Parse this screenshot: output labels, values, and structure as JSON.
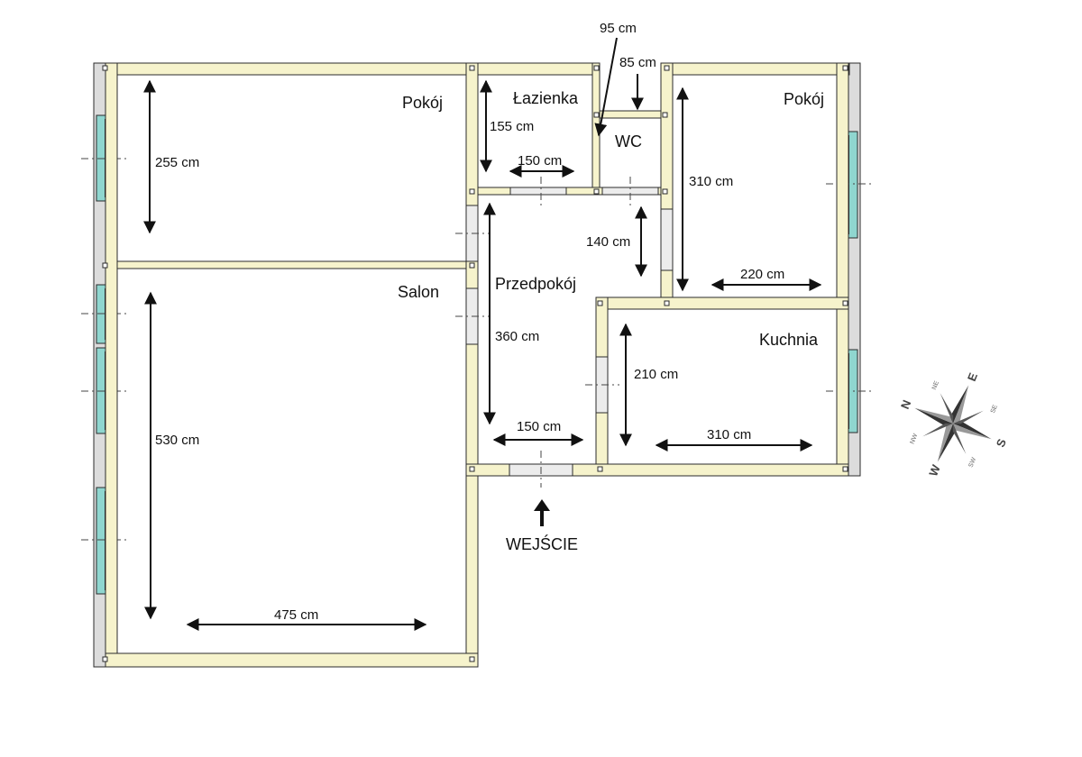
{
  "rooms": {
    "pokoj_left": "Pokój",
    "lazienka": "Łazienka",
    "wc": "WC",
    "pokoj_right": "Pokój",
    "salon": "Salon",
    "przedpokoj": "Przedpokój",
    "kuchnia": "Kuchnia"
  },
  "dimensions": {
    "pokoj_left_height": "255 cm",
    "lazienka_height": "155 cm",
    "lazienka_width": "150 cm",
    "wc_callout_a": "95 cm",
    "wc_callout_b": "85 cm",
    "przedpokoj_upper": "140 cm",
    "pokoj_right_height": "310 cm",
    "pokoj_right_width": "220 cm",
    "przedpokoj_height": "360 cm",
    "przedpokoj_width": "150 cm",
    "kuchnia_height": "210 cm",
    "kuchnia_width": "310 cm",
    "salon_height": "530 cm",
    "salon_width": "475 cm"
  },
  "entrance": {
    "label": "WEJŚCIE"
  },
  "compass": {
    "n": "N",
    "s": "S",
    "e": "E",
    "w": "W",
    "ne": "NE",
    "nw": "NW",
    "se": "SE",
    "sw": "SW"
  },
  "colors": {
    "wall_fill": "#f6f3cc",
    "wall_stroke": "#2b2b2b",
    "window_glass": "#8fd6cf",
    "outer_wall": "#dcdcdc"
  }
}
